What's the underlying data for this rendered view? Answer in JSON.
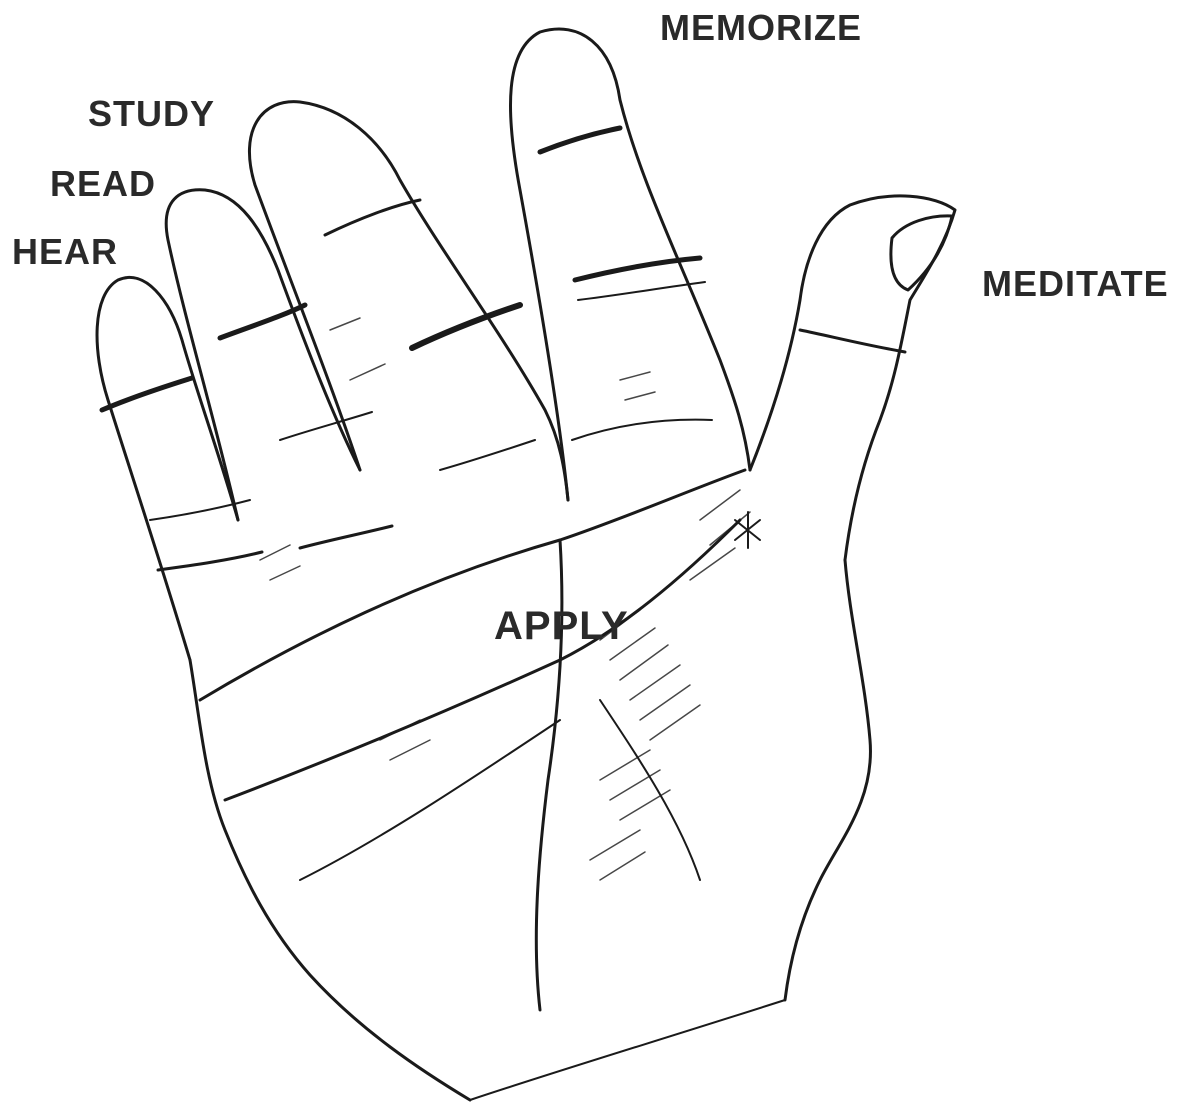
{
  "labels": {
    "memorize": "MEMORIZE",
    "study": "STUDY",
    "read": "READ",
    "hear": "HEAR",
    "meditate": "MEDITATE",
    "apply": "APPLY"
  },
  "colors": {
    "ink": "#1a1a1a",
    "label": "#2a2a2a",
    "background": "#ffffff"
  }
}
